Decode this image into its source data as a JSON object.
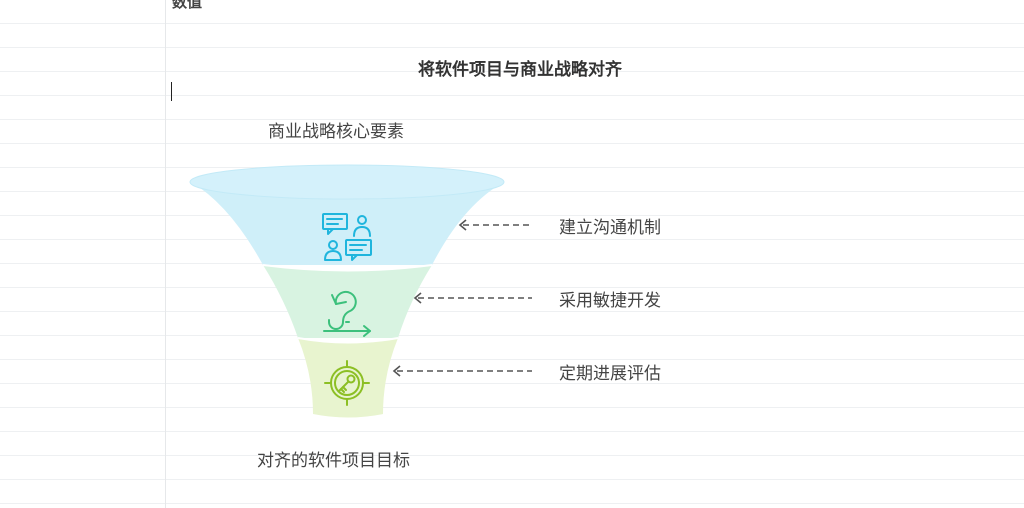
{
  "document": {
    "top_cut_text": "数值"
  },
  "diagram": {
    "title": "将软件项目与商业战略对齐",
    "top_label": "商业战略核心要素",
    "bottom_label": "对齐的软件项目目标",
    "stages": [
      {
        "label": "建立沟通机制",
        "icon": "people-chat-icon",
        "color": "#1fb5dd"
      },
      {
        "label": "采用敏捷开发",
        "icon": "agile-cycle-icon",
        "color": "#3cc07c"
      },
      {
        "label": "定期进展评估",
        "icon": "target-key-icon",
        "color": "#8cbf24"
      }
    ]
  }
}
